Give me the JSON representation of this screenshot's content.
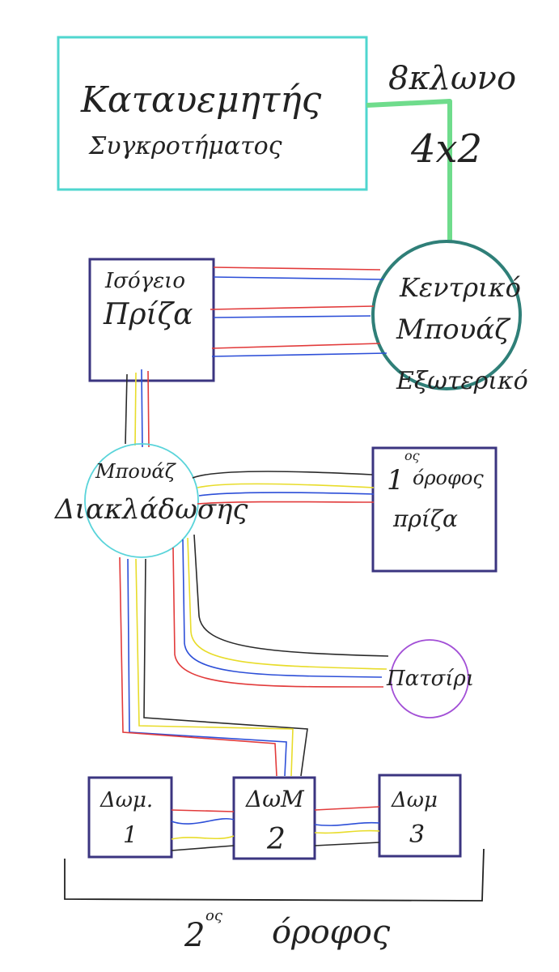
{
  "colors": {
    "switchboard": "#4fd6cf",
    "main_box": "#2f7f78",
    "room_box": "#3b3580",
    "branch_box": "#5ad4da",
    "kitchen": "#a24fd6",
    "green_link": "#6fdc8c",
    "wire_red": "#e23b3b",
    "wire_blue": "#2d4fd8",
    "wire_yellow": "#e8dc2a",
    "wire_black": "#2a2a2a",
    "ink": "#222222"
  },
  "switchboard": {
    "line1": "Καταυεμητής",
    "line2": "Συγκροτήματος"
  },
  "cable": {
    "top": "8κλωνο",
    "bottom": "4x2"
  },
  "main_box": {
    "line1": "Κεντρικό",
    "line2": "Μπουάζ",
    "line3": "Εξωτερικό"
  },
  "ground_floor": {
    "line1": "Ισόγειο",
    "line2": "Πρίζα"
  },
  "branch_box": {
    "line1": "Μπουάζ",
    "line2": "Διακλάδωσης"
  },
  "first_floor": {
    "num": "1",
    "sup": "ος",
    "line1": "όροφος",
    "line2": "πρίζα"
  },
  "kitchen": {
    "label": "Πατσίρι"
  },
  "rooms": [
    {
      "line1": "Δωμ.",
      "line2": "1"
    },
    {
      "line1": "ΔωΜ",
      "line2": "2"
    },
    {
      "line1": "Δωμ",
      "line2": "3"
    }
  ],
  "second_floor": {
    "num": "2",
    "sup": "ος",
    "label": "όροφος"
  }
}
